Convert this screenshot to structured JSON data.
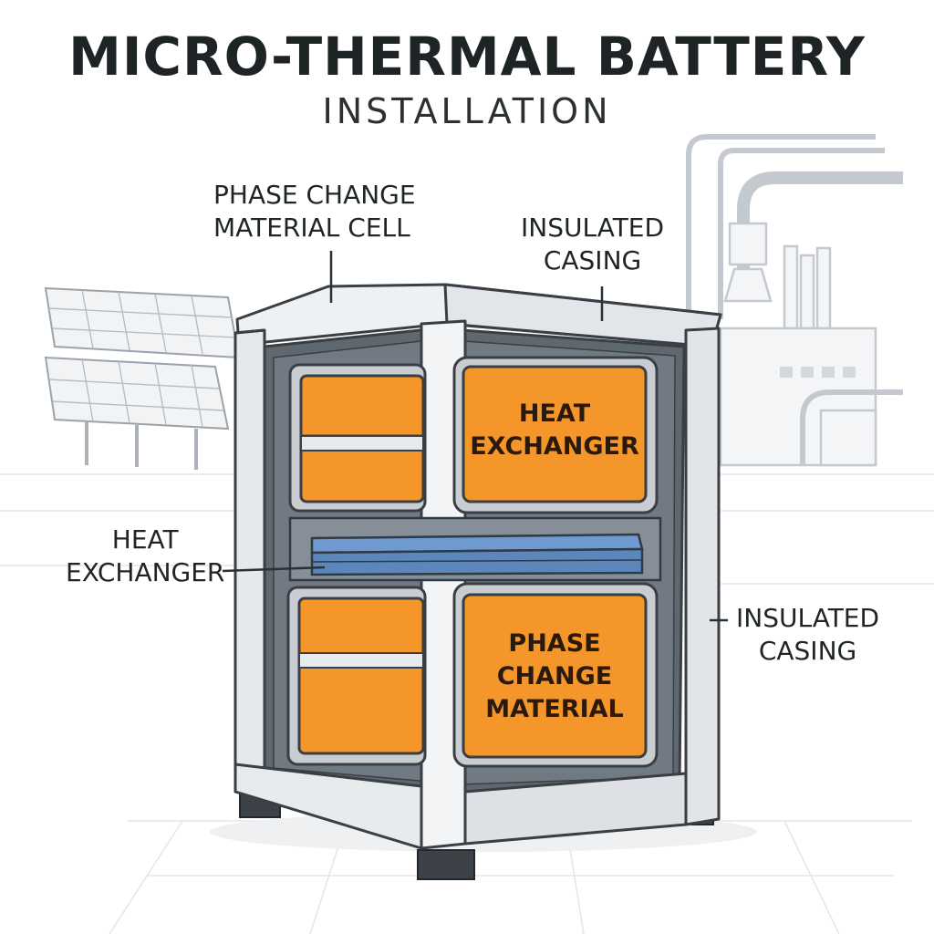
{
  "title": "MICRO-THERMAL BATTERY",
  "subtitle": "INSTALLATION",
  "labels": {
    "pcm_cell": [
      "PHASE CHANGE",
      "MATERIAL CELL"
    ],
    "casing_top": [
      "INSULATED",
      "CASING"
    ],
    "heat_exchanger_left": [
      "HEAT",
      "EXCHANGER"
    ],
    "casing_right": [
      "INSULATED",
      "CASING"
    ]
  },
  "boxes": {
    "upper": [
      "HEAT",
      "EXCHANGER"
    ],
    "lower": [
      "PHASE",
      "CHANGE",
      "MATERIAL"
    ]
  },
  "colors": {
    "orange": "#f5962b",
    "blue_plate": "#5b87bd",
    "frame": "#e9ecee",
    "outline": "#3a3f44",
    "sketch": "#c9ced3"
  }
}
